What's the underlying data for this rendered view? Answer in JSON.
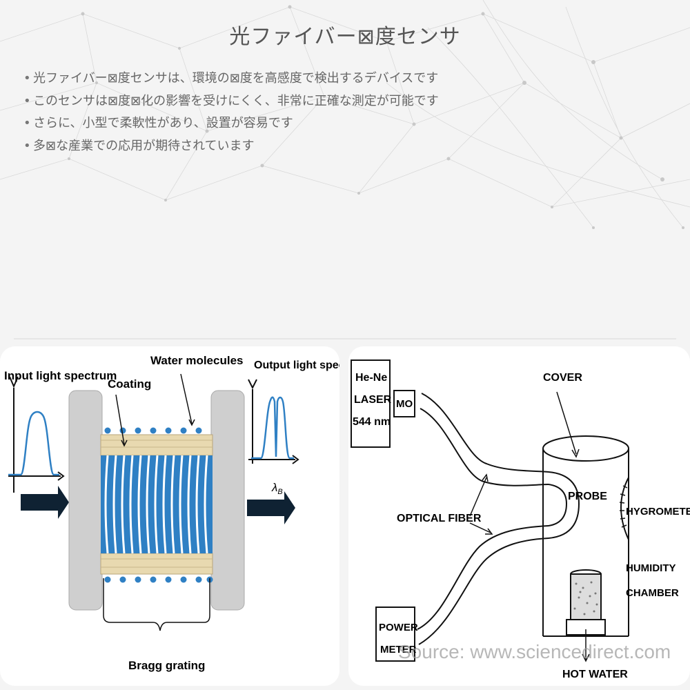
{
  "slide": {
    "title": "光ファイバー⊠度センサ",
    "bullets": [
      "光ファイバー⊠度センサは、環境の⊠度を高感度で検出するデバイスです",
      "このセンサは⊠度⊠化の影響を受けにくく、非常に正確な測定が可能です",
      "さらに、小型で柔軟性があり、設置が容易です",
      "多⊠な産業での応用が期待されています"
    ]
  },
  "fbg_diagram": {
    "input_label": "Input light spectrum",
    "output_label": "Output light spectrum",
    "water_label": "Water molecules",
    "coating_label": "Coating",
    "lambda_label": "λ",
    "lambda_sub": "B",
    "bragg_label": "Bragg grating",
    "colors": {
      "fiber_blue": "#2f80c4",
      "coating": "#e8d9b0",
      "end_cap": "#cfcfcf",
      "arrow": "#0f2233"
    }
  },
  "setup_diagram": {
    "laser_lines": [
      "He-Ne",
      "LASER",
      "544 nm"
    ],
    "mo_label": "MO",
    "cover_label": "COVER",
    "probe_label": "PROBE",
    "optical_fiber_label": "OPTICAL FIBER",
    "hygrometer_label": "HYGROMETER",
    "humidity_lines": [
      "HUMIDITY",
      "CHAMBER"
    ],
    "power_lines": [
      "POWER",
      "METER"
    ],
    "hot_water_label": "HOT WATER",
    "source_label": "Source: www.sciencedirect.com"
  }
}
